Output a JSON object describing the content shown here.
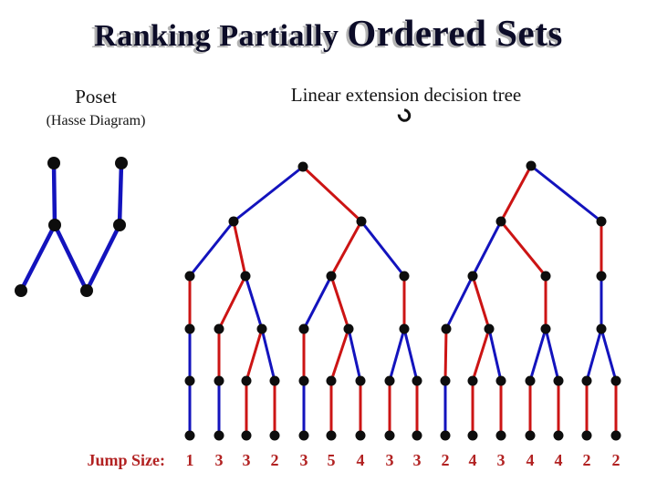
{
  "title": {
    "part1": "Ranking Partially ",
    "part2": "Ordered Sets"
  },
  "labels": {
    "poset": "Poset",
    "poset_sub": "(Hasse Diagram)",
    "tree": "Linear extension decision tree",
    "jump": "Jump Size:"
  },
  "jump_sizes": [
    "1",
    "3",
    "3",
    "2",
    "3",
    "5",
    "4",
    "3",
    "3",
    "2",
    "4",
    "3",
    "4",
    "4",
    "2",
    "2"
  ],
  "leaf_x": [
    208,
    240,
    270,
    301,
    333,
    363,
    395,
    427,
    457,
    488,
    518,
    549,
    581,
    612,
    643,
    675
  ],
  "colors": {
    "edge_blue": "#1313bd",
    "edge_red": "#cc1414",
    "node": "#0d0d0d",
    "jump_text": "#b22222",
    "title_text": "#0c0c28",
    "title_shadow": "#b3b3b3"
  },
  "hasse": {
    "name": "hasse-diagram",
    "node_radius": 7,
    "stroke_width": 4.5,
    "edges": [
      [
        59,
        179,
        60,
        247,
        "b"
      ],
      [
        133,
        179,
        131,
        247,
        "b"
      ],
      [
        60,
        247,
        23,
        319,
        "b"
      ],
      [
        60,
        247,
        95,
        319,
        "b"
      ],
      [
        131,
        247,
        95,
        319,
        "b"
      ]
    ]
  },
  "tree": {
    "name": "decision-tree",
    "node_radius": 5.5,
    "stroke_width": 3,
    "edges": [
      [
        332,
        183,
        256,
        243,
        "b"
      ],
      [
        332,
        183,
        396,
        243,
        "r"
      ],
      [
        256,
        243,
        208,
        303,
        "b"
      ],
      [
        256,
        243,
        269,
        303,
        "r"
      ],
      [
        396,
        243,
        363,
        303,
        "r"
      ],
      [
        396,
        243,
        443,
        303,
        "b"
      ],
      [
        208,
        303,
        208,
        361,
        "r"
      ],
      [
        269,
        303,
        240,
        361,
        "r"
      ],
      [
        269,
        303,
        287,
        361,
        "b"
      ],
      [
        363,
        303,
        333,
        361,
        "b"
      ],
      [
        363,
        303,
        382,
        361,
        "r"
      ],
      [
        443,
        303,
        443,
        361,
        "r"
      ],
      [
        208,
        361,
        208,
        418,
        "b"
      ],
      [
        240,
        361,
        240,
        418,
        "r"
      ],
      [
        287,
        361,
        270,
        418,
        "r"
      ],
      [
        287,
        361,
        301,
        418,
        "b"
      ],
      [
        333,
        361,
        333,
        418,
        "r"
      ],
      [
        382,
        361,
        363,
        418,
        "r"
      ],
      [
        382,
        361,
        395,
        418,
        "b"
      ],
      [
        443,
        361,
        427,
        418,
        "b"
      ],
      [
        443,
        361,
        457,
        418,
        "b"
      ],
      [
        208,
        418,
        208,
        478,
        "b"
      ],
      [
        240,
        418,
        240,
        478,
        "b"
      ],
      [
        270,
        418,
        270,
        478,
        "r"
      ],
      [
        301,
        418,
        301,
        478,
        "r"
      ],
      [
        333,
        418,
        333,
        478,
        "b"
      ],
      [
        363,
        418,
        363,
        478,
        "r"
      ],
      [
        395,
        418,
        395,
        478,
        "r"
      ],
      [
        427,
        418,
        427,
        478,
        "r"
      ],
      [
        457,
        418,
        457,
        478,
        "r"
      ],
      [
        582,
        182,
        549,
        243,
        "r"
      ],
      [
        582,
        182,
        659,
        243,
        "b"
      ],
      [
        549,
        243,
        518,
        303,
        "b"
      ],
      [
        549,
        243,
        598,
        303,
        "r"
      ],
      [
        659,
        243,
        659,
        303,
        "r"
      ],
      [
        518,
        303,
        489,
        361,
        "b"
      ],
      [
        518,
        303,
        536,
        361,
        "r"
      ],
      [
        598,
        303,
        598,
        361,
        "r"
      ],
      [
        659,
        303,
        659,
        361,
        "b"
      ],
      [
        489,
        361,
        488,
        418,
        "r"
      ],
      [
        536,
        361,
        518,
        418,
        "r"
      ],
      [
        536,
        361,
        549,
        418,
        "b"
      ],
      [
        598,
        361,
        581,
        418,
        "b"
      ],
      [
        598,
        361,
        612,
        418,
        "b"
      ],
      [
        659,
        361,
        643,
        418,
        "b"
      ],
      [
        659,
        361,
        675,
        418,
        "b"
      ],
      [
        488,
        418,
        488,
        478,
        "b"
      ],
      [
        518,
        418,
        518,
        478,
        "r"
      ],
      [
        549,
        418,
        549,
        478,
        "r"
      ],
      [
        581,
        418,
        581,
        478,
        "r"
      ],
      [
        612,
        418,
        612,
        478,
        "r"
      ],
      [
        643,
        418,
        643,
        478,
        "r"
      ],
      [
        675,
        418,
        675,
        478,
        "r"
      ]
    ]
  }
}
